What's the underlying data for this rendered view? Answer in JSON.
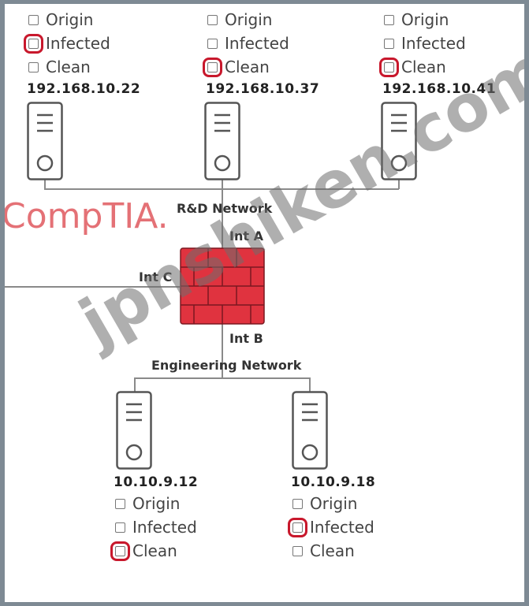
{
  "hosts": [
    {
      "ip": "192.168.10.22",
      "options": [
        {
          "label": "Origin"
        },
        {
          "label": "Infected"
        },
        {
          "label": "Clean"
        }
      ],
      "selected": "Infected"
    },
    {
      "ip": "192.168.10.37",
      "options": [
        {
          "label": "Origin"
        },
        {
          "label": "Infected"
        },
        {
          "label": "Clean"
        }
      ],
      "selected": "Clean"
    },
    {
      "ip": "192.168.10.41",
      "options": [
        {
          "label": "Origin"
        },
        {
          "label": "Infected"
        },
        {
          "label": "Clean"
        }
      ],
      "selected": "Clean"
    },
    {
      "ip": "10.10.9.12",
      "options": [
        {
          "label": "Origin"
        },
        {
          "label": "Infected"
        },
        {
          "label": "Clean"
        }
      ],
      "selected": "Clean"
    },
    {
      "ip": "10.10.9.18",
      "options": [
        {
          "label": "Origin"
        },
        {
          "label": "Infected"
        },
        {
          "label": "Clean"
        }
      ],
      "selected": "Infected"
    }
  ],
  "networks": {
    "rd": "R&D Network",
    "engineering": "Engineering Network"
  },
  "firewall": {
    "int_a": "Int A",
    "int_b": "Int B",
    "int_c": "Int C",
    "color": "#e0333f"
  },
  "logo": "CompTIA.",
  "watermark": "jpnshiken.com",
  "selection_color": "#c8182c"
}
